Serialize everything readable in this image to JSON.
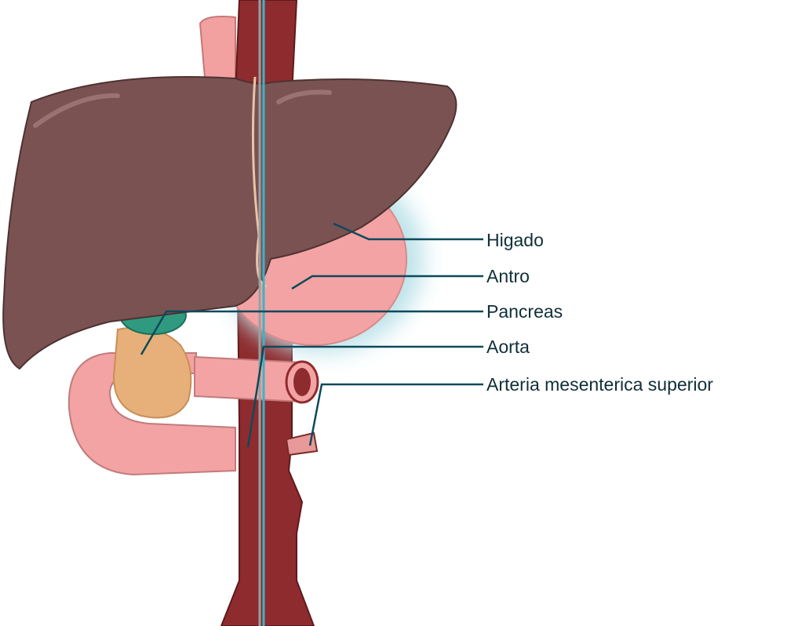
{
  "labels": {
    "liver": "Higado",
    "antrum": "Antro",
    "pancreas": "Pancreas",
    "aorta": "Aorta",
    "sma": "Arteria mesenterica superior"
  },
  "colors": {
    "liver": "#7a5252",
    "stomach": "#f3a3a3",
    "aorta": "#8e2b2e",
    "pancreas": "#e7b07a",
    "gallbladder": "#2f9a80",
    "probe": "#3bb3c8",
    "leader": "#0d4a5a"
  }
}
